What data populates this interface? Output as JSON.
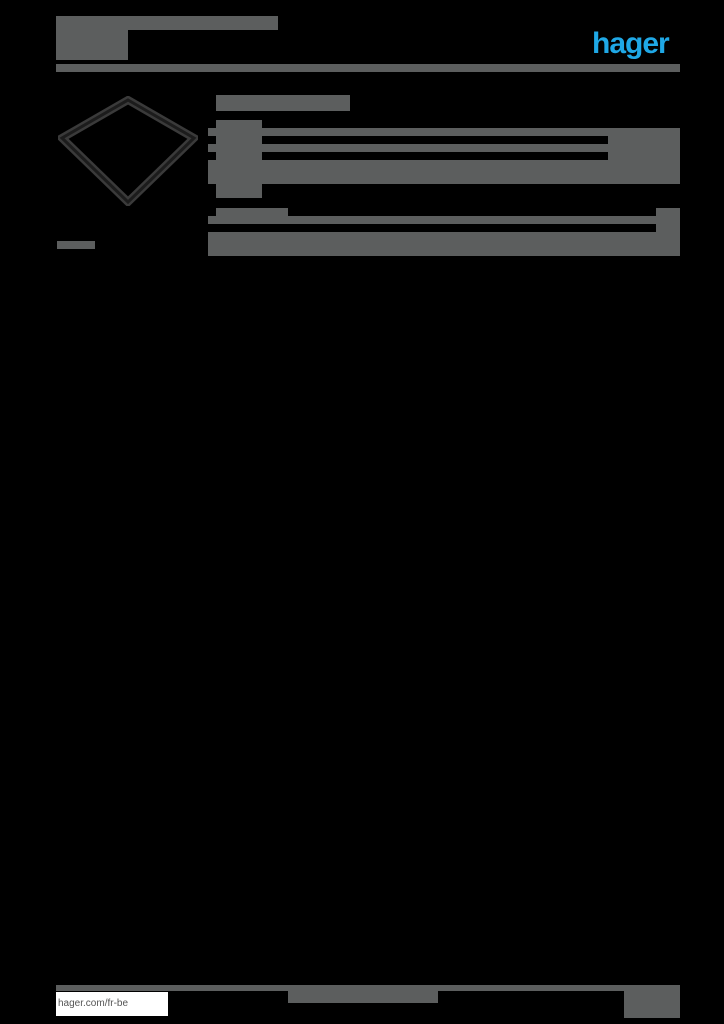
{
  "header": {
    "brand_logo": "hager",
    "brand_color": "#1fa8e6",
    "title_line1": "",
    "title_line2": ""
  },
  "product": {
    "image": "square-frame-product-image",
    "image_caption": ""
  },
  "specs": {
    "section_title": "",
    "rows": [
      "",
      "",
      "",
      ""
    ],
    "subsection_title": "",
    "sub_rows": [
      "",
      ""
    ]
  },
  "footer": {
    "website": "hager.com/fr-be",
    "center_text": "",
    "page_info": ""
  },
  "colors": {
    "background": "#000000",
    "text_block": "#5c5e5e",
    "accent": "#1fa8e6"
  }
}
